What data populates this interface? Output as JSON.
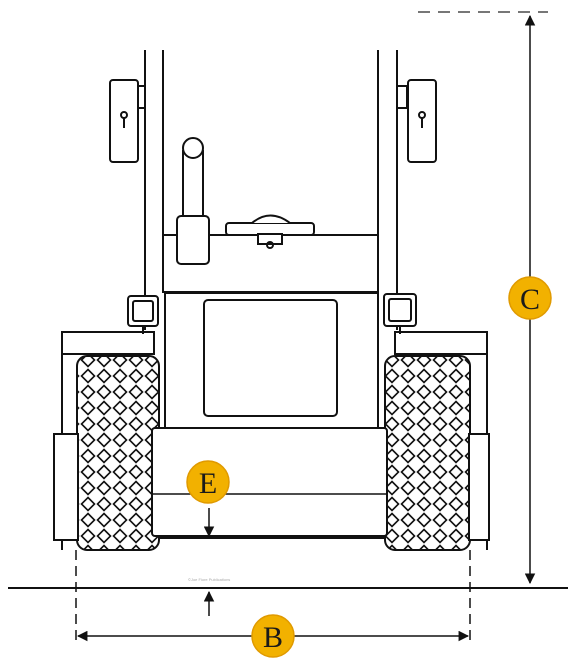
{
  "diagram": {
    "labels": {
      "b": "B",
      "c": "C",
      "e": "E"
    },
    "watermark": "©Joe Fiore Publications",
    "colors": {
      "badge": "#F2B100",
      "badge_stroke": "#E09A00",
      "line": "#111111",
      "background": "#FFFFFF"
    }
  }
}
